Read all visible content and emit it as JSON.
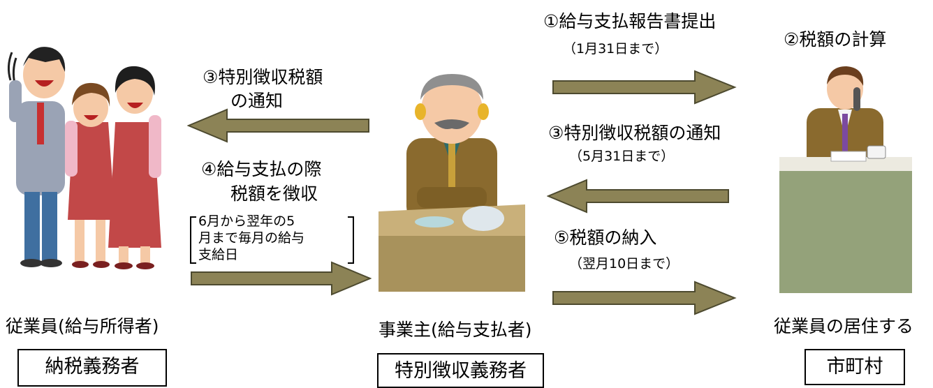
{
  "colors": {
    "arrow_fill": "#8c8356",
    "arrow_stroke": "#4d4a2f",
    "desk_brown": "#a8925c",
    "desk_green": "#94a27a"
  },
  "parties": {
    "employee": {
      "name": "従業員(給与所得者)",
      "role": "納税義務者"
    },
    "employer": {
      "name": "事業主(給与支払者)",
      "role": "特別徴収義務者"
    },
    "municipality": {
      "name": "従業員の居住する",
      "role": "市町村"
    }
  },
  "steps": {
    "step1": {
      "title": "①給与支払報告書提出",
      "note": "（1月31日まで）"
    },
    "step2": {
      "title": "②税額の計算"
    },
    "step3_right": {
      "title": "③特別徴収税額の通知",
      "note": "（5月31日まで）"
    },
    "step3_left": {
      "line1": "③特別徴収税額",
      "line2": "の通知"
    },
    "step4": {
      "line1": "④給与支払の際",
      "line2": "税額を徴収",
      "note_lines": [
        "6月から翌年の5",
        "月まで毎月の給与",
        "支給日"
      ]
    },
    "step5": {
      "title": "⑤税額の納入",
      "note": "（翌月10日まで）"
    }
  },
  "icons": {
    "employees": "cheering-employees-icon",
    "employer": "businessman-at-desk-icon",
    "municipality": "official-on-phone-icon"
  }
}
